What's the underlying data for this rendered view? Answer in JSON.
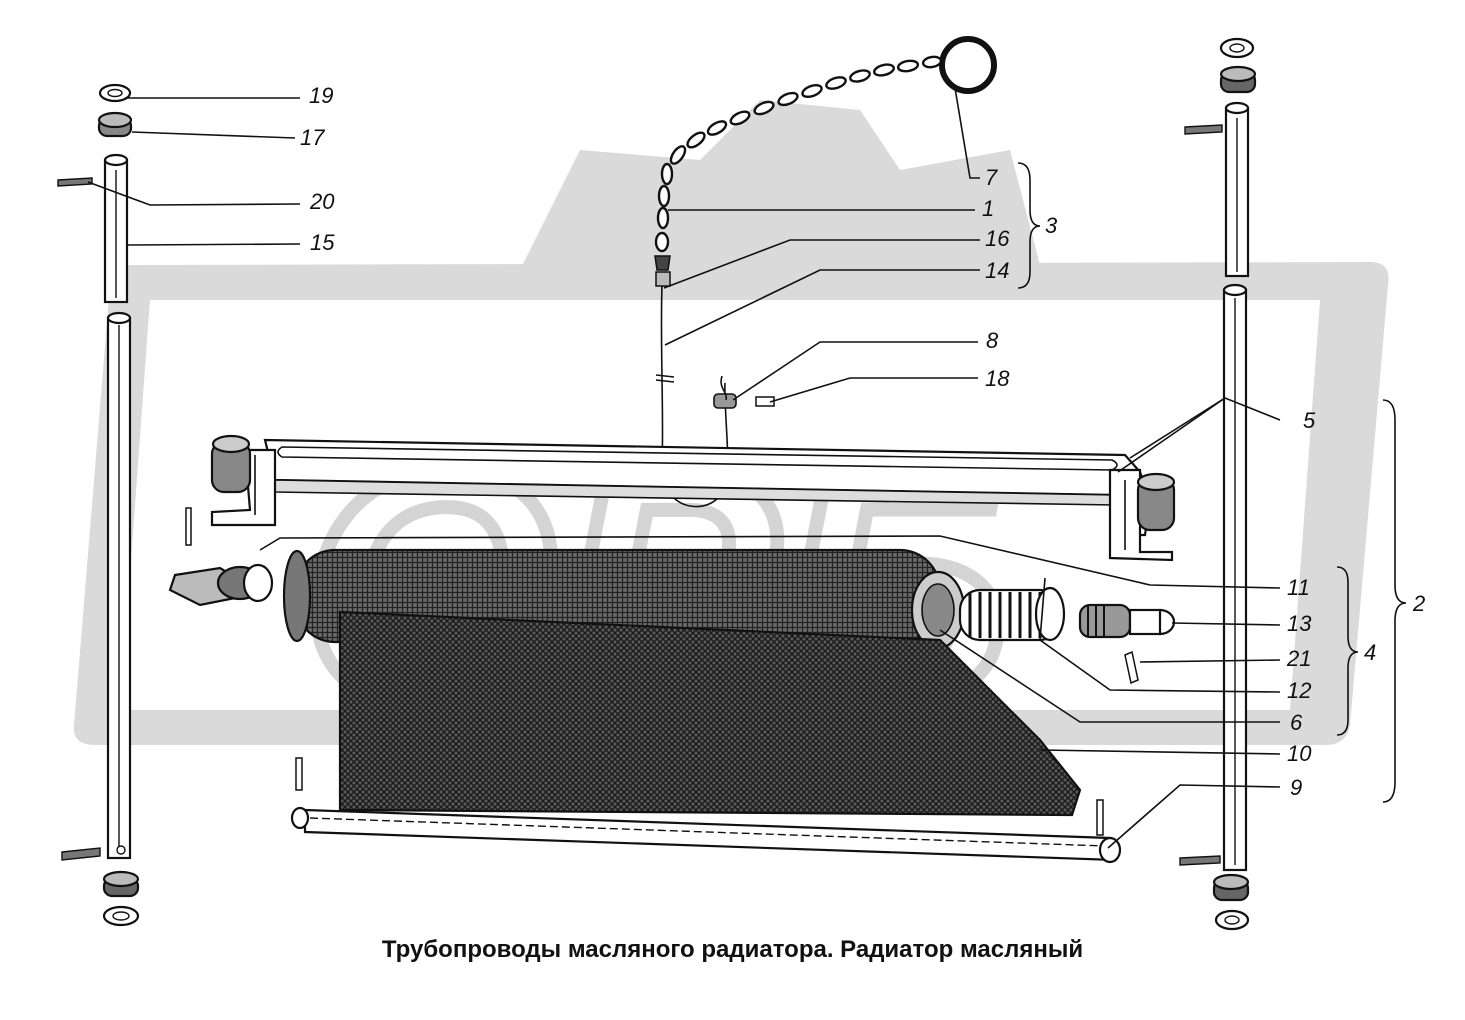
{
  "caption": "Трубопроводы масляного радиатора. Радиатор масляный",
  "watermark": {
    "text": "ОРБ",
    "color": "#d4d4d4"
  },
  "callouts": [
    "19",
    "17",
    "20",
    "15",
    "7",
    "1",
    "16",
    "14",
    "3",
    "8",
    "18",
    "5",
    "2",
    "11",
    "13",
    "21",
    "4",
    "12",
    "6",
    "10",
    "9"
  ]
}
